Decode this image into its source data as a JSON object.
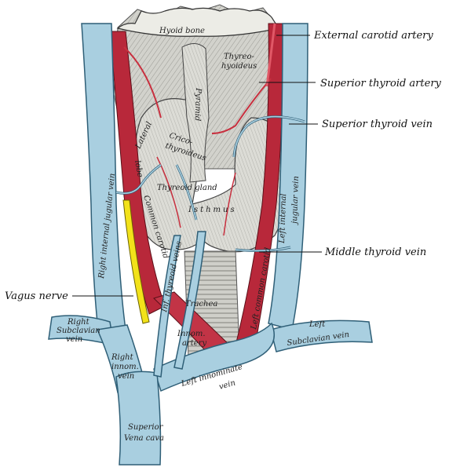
{
  "figure": {
    "external_labels": {
      "external_carotid_artery": "External carotid artery",
      "superior_thyroid_artery": "Superior thyroid artery",
      "superior_thyroid_vein": "Superior thyroid vein",
      "middle_thyroid_vein": "Middle thyroid vein",
      "vagus_nerve": "Vagus nerve"
    },
    "internal_labels": {
      "hyoid_bone": "Hyoid bone",
      "thyreohyoideus_1": "Thyreo-",
      "thyreohyoideus_2": "hyoideus",
      "crico_1": "Crico-",
      "crico_2": "thyroideus",
      "pyramid": "Pyramid",
      "lateral": "Lateral",
      "lobe": "lobe",
      "thyreoid_gland": "Thyreoid gland",
      "isthmus": "Isthmus",
      "right_internal_jugular_vein": "Right internal jugular vein",
      "left_internal_jugular_vein_1": "Left internal",
      "left_internal_jugular_vein_2": "jugular vein",
      "common_carotid_right": "Common carotid",
      "inf_thyreoid_veins": "Inf. thyreoid veins",
      "left_common_carotid": "Left common carotid",
      "trachea": "Trachea",
      "innom_artery_1": "Innom.",
      "innom_artery_2": "artery",
      "right_subclavian_vein_1": "Right",
      "right_subclavian_vein_2": "Subclavian",
      "right_subclavian_vein_3": "vein",
      "left_subclavian_vein_1": "Left",
      "left_subclavian_vein_2": "Subclavian vein",
      "right_innom_vein_1": "Right",
      "right_innom_vein_2": "innom.",
      "right_innom_vein_3": "vein",
      "left_innominate_vein_1": "Left innominate",
      "left_innominate_vein_2": "vein",
      "superior_vena_cava_1": "Superior",
      "superior_vena_cava_2": "Vena cava"
    },
    "colors": {
      "vein": "#a9cfe0",
      "vein_outline": "#2f5f77",
      "artery": "#b8283a",
      "artery_light": "#d85a6a",
      "gland": "#d9d9d3",
      "muscle": "#c9c9c4",
      "nerve": "#f2e21a",
      "bone": "#e6e6e0"
    }
  }
}
